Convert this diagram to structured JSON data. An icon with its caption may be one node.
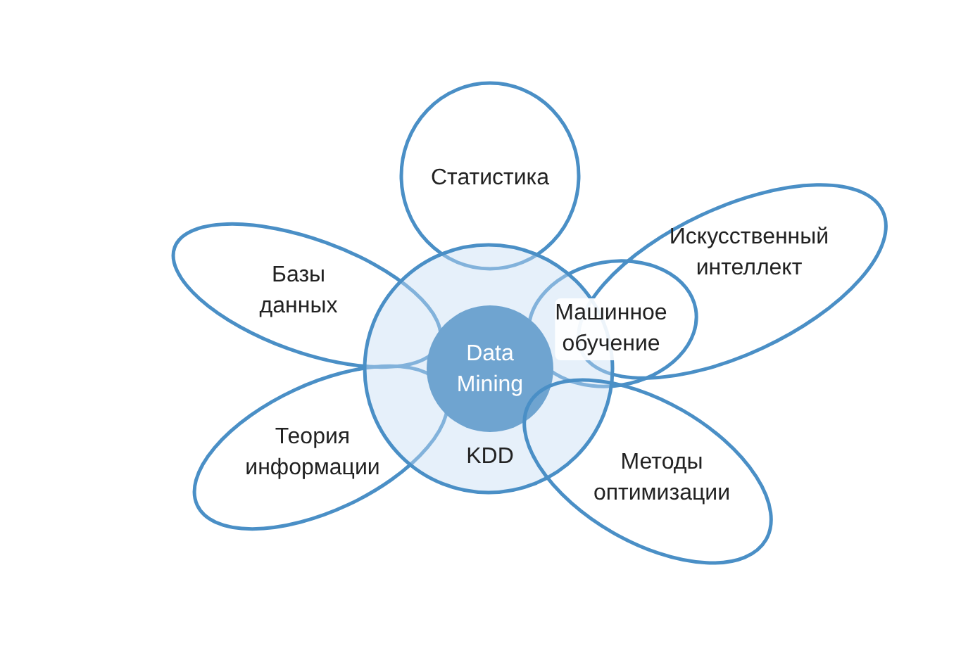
{
  "diagram": {
    "nodes": [
      {
        "text": [
          "Статистика"
        ]
      },
      {
        "text": [
          "Базы данных"
        ]
      },
      {
        "text": [
          "Искусственный интеллект"
        ]
      },
      {
        "text": [
          "Машинное обучение"
        ]
      },
      {
        "text": [
          "Теория информации"
        ]
      },
      {
        "text": [
          "KDD"
        ]
      },
      {
        "text": [
          "Методы оптимизации"
        ]
      },
      {
        "text": [
          "Data Mining"
        ],
        "in": 5
      }
    ]
  }
}
